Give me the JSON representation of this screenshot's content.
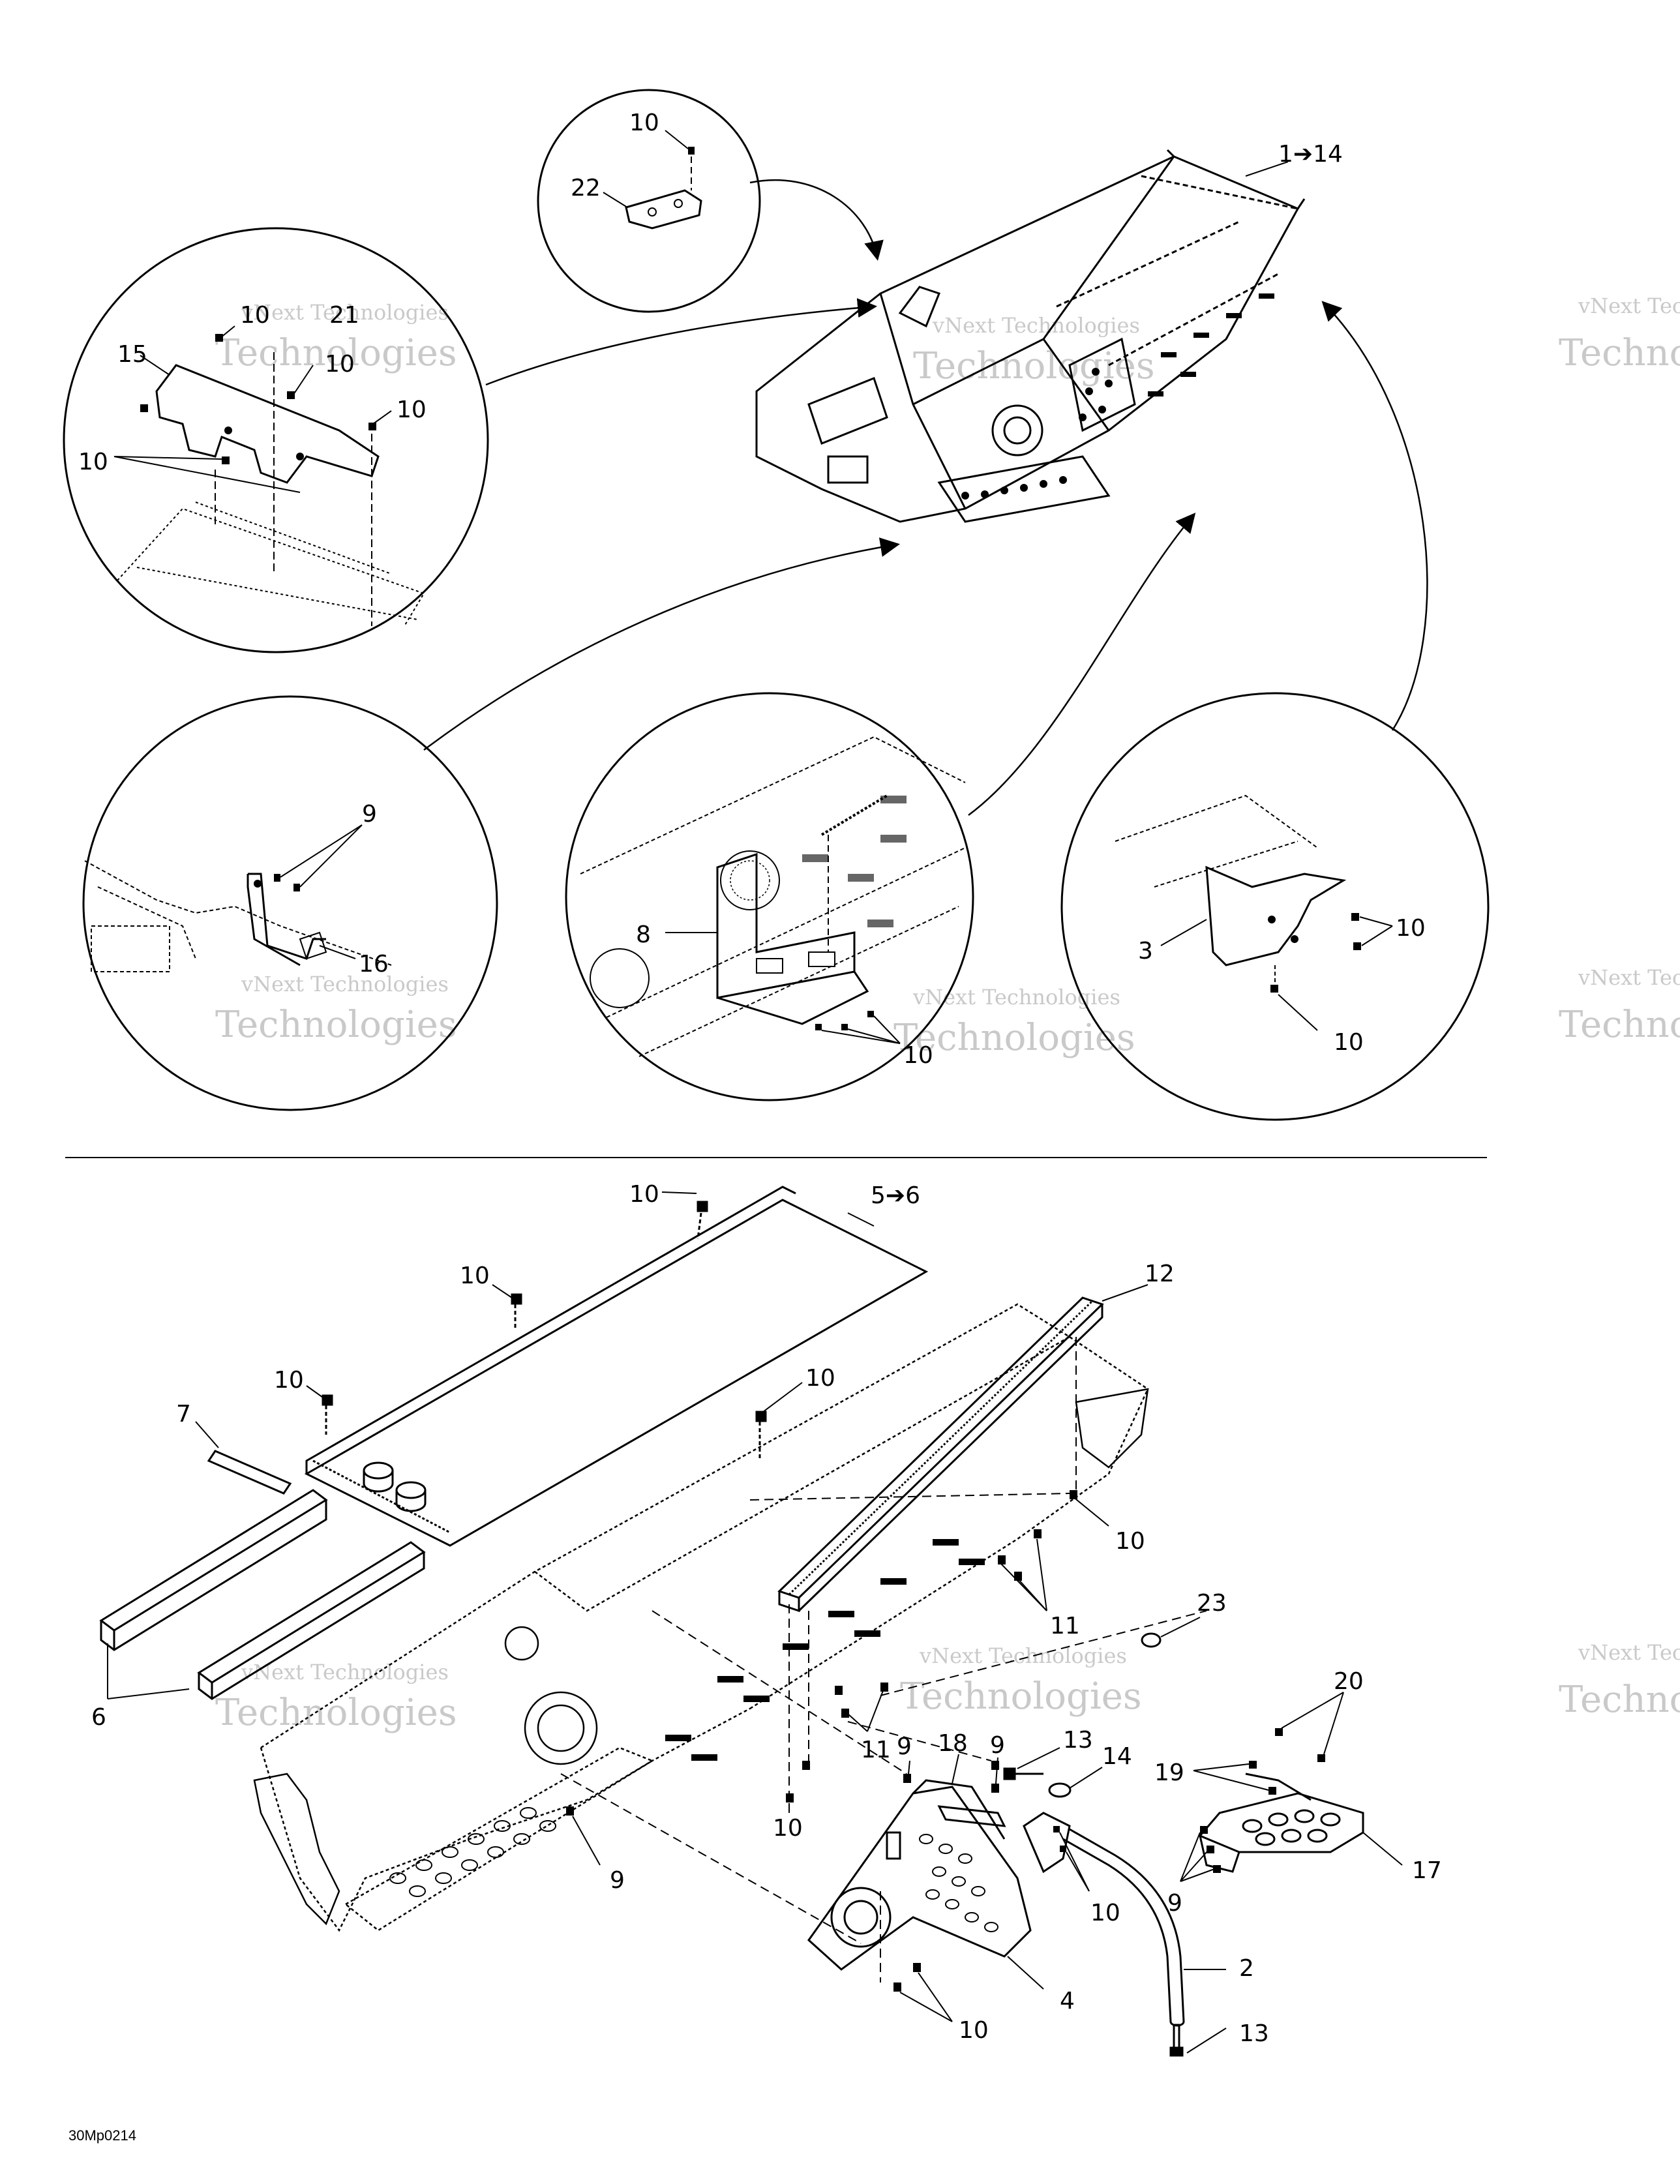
{
  "diagram": {
    "drawing_code": "30Mp0214",
    "watermark": {
      "line1": "vNext Technologies",
      "line2": "Technologies"
    },
    "callouts": {
      "c1_14": "1➔14",
      "c2": "2",
      "c3": "3",
      "c4": "4",
      "c5_6": "5➔6",
      "c6": "6",
      "c7": "7",
      "c8": "8",
      "c9": "9",
      "c10": "10",
      "c11": "11",
      "c12": "12",
      "c13": "13",
      "c14": "14",
      "c15": "15",
      "c16": "16",
      "c17": "17",
      "c18": "18",
      "c19": "19",
      "c20": "20",
      "c21": "21",
      "c22": "22",
      "c23": "23"
    }
  }
}
